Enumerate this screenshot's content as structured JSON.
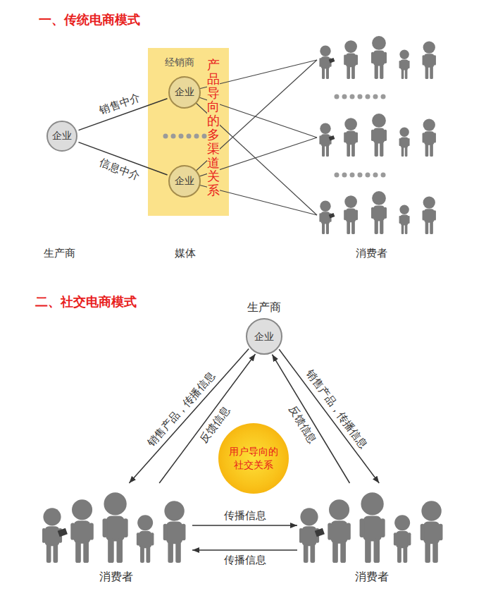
{
  "diagram": {
    "nodes": [
      {
        "text": [
          "企业"
        ]
      },
      {
        "text": [
          "经销商",
          "产品导向的多渠道关系"
        ]
      },
      {
        "text": [
          "企业"
        ],
        "in": 1
      },
      {
        "text": [
          "企业"
        ],
        "in": 1
      },
      {
        "text": [
          "生产商",
          "企业"
        ]
      },
      {
        "text": [
          "用户导向的社交关系"
        ]
      },
      {
        "text": [
          "消费者"
        ]
      },
      {
        "text": [
          "消费者"
        ]
      }
    ],
    "edges": [
      {
        "from": 0,
        "to": 2,
        "label": "销售中介",
        "arrow": "none"
      },
      {
        "from": 0,
        "to": 3,
        "label": "信息中介",
        "arrow": "none"
      },
      {
        "from": 4,
        "to": 6,
        "label": "销售产品，传播信息",
        "arrow": "to"
      },
      {
        "from": 6,
        "to": 4,
        "label": "反馈信息",
        "arrow": "to"
      },
      {
        "from": 4,
        "to": 7,
        "label": "销售产品，传播信息",
        "arrow": "to"
      },
      {
        "from": 7,
        "to": 4,
        "label": "反馈信息",
        "arrow": "to"
      },
      {
        "from": 6,
        "to": 7,
        "label": "传播信息",
        "arrow": "to"
      },
      {
        "from": 7,
        "to": 6,
        "label": "传播信息",
        "arrow": "to"
      }
    ],
    "labels": [
      "一、传统电商模式",
      "生产商",
      "媒体",
      "消费者",
      "二、社交电商模式"
    ]
  }
}
